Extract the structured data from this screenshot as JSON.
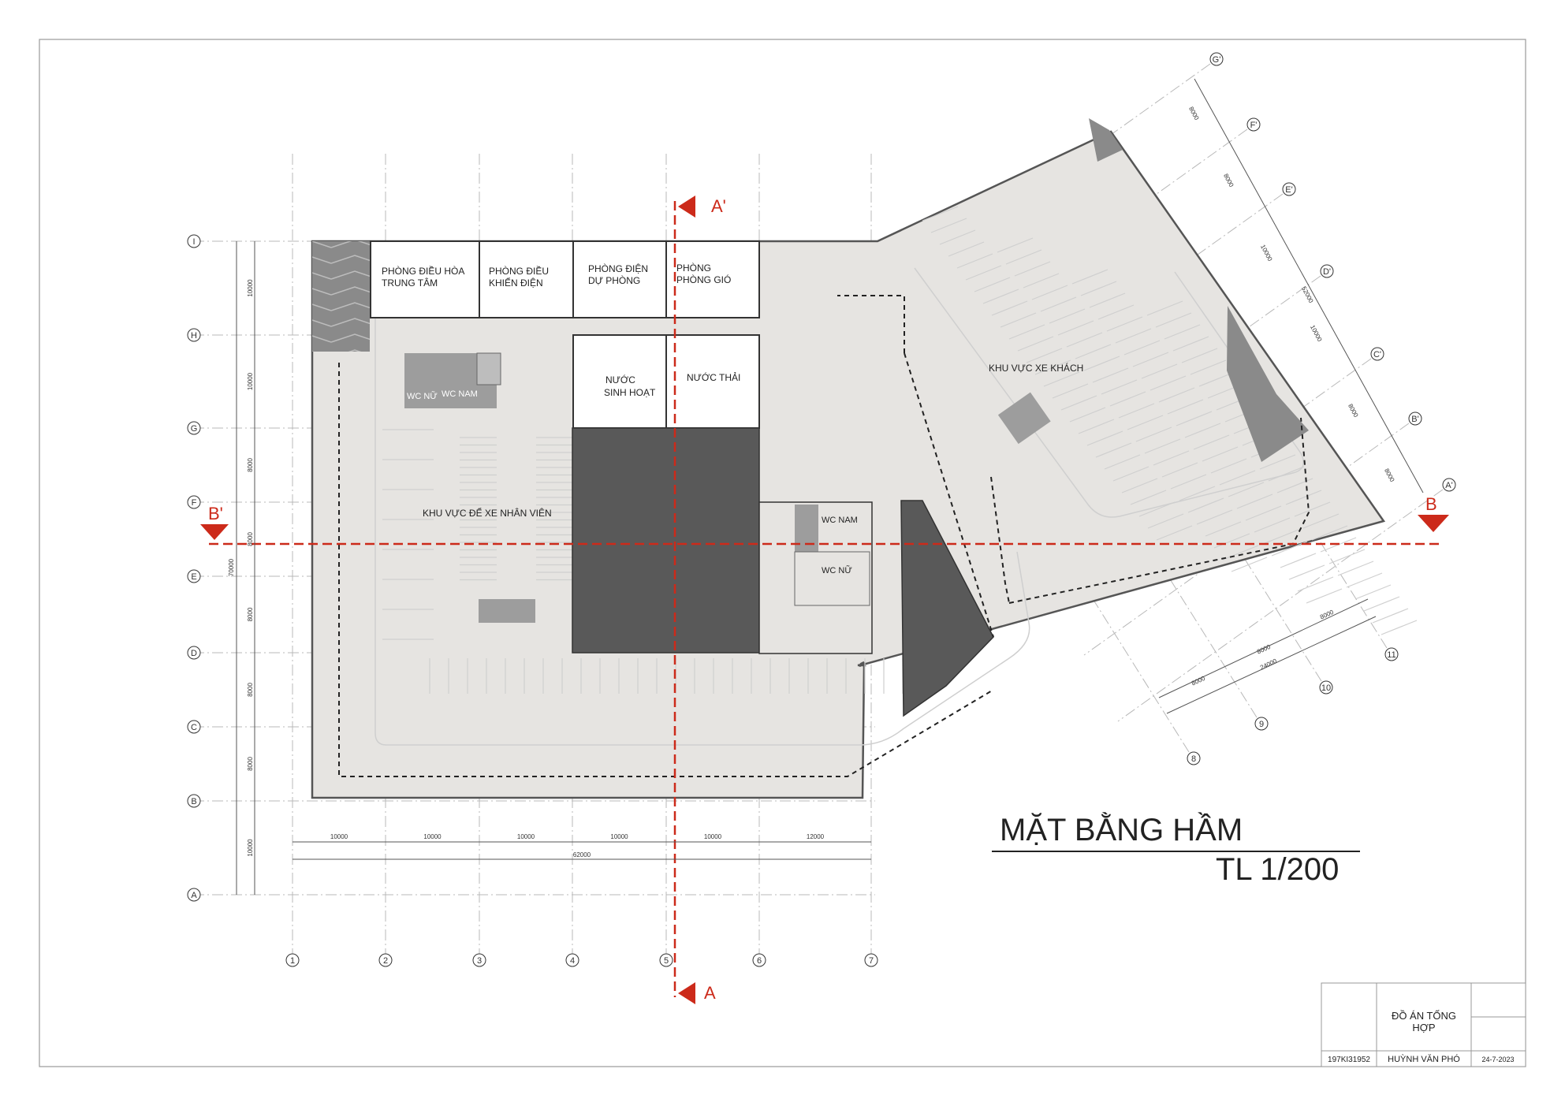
{
  "title": "MẶT BẰNG HẦM",
  "scale": "TL  1/200",
  "sections": {
    "a_top": "A'",
    "a_bottom": "A",
    "b_left": "B'",
    "b_right": "B"
  },
  "rooms": {
    "dieu_hoa_1": "PHÒNG ĐIỀU HÒA",
    "dieu_hoa_2": "TRUNG TÂM",
    "dieu_khien_1": "PHÒNG ĐIỀU",
    "dieu_khien_2": "KHIỂN ĐIỆN",
    "du_phong_1": "PHÒNG ĐIỆN",
    "du_phong_2": "DỰ PHÒNG",
    "phong_gio_1": "PHÒNG",
    "phong_gio_2": "PHÒNG GIÓ",
    "nuoc_sh_1": "NƯỚC",
    "nuoc_sh_2": "SINH HOẠT",
    "nuoc_thai": "NƯỚC THẢI",
    "wc_nu_left": "WC NỮ",
    "wc_nam_left": "WC NAM",
    "wc_nam_right": "WC NAM",
    "wc_nu_right": "WC NỮ",
    "khu_nhan_vien": "KHU VỰC ĐỂ XE NHÂN VIÊN",
    "khu_khach": "KHU VỰC XE KHÁCH"
  },
  "grid_rows": [
    "I",
    "H",
    "G",
    "F",
    "E",
    "D",
    "C",
    "B",
    "A"
  ],
  "grid_cols": [
    "1",
    "2",
    "3",
    "4",
    "5",
    "6",
    "7"
  ],
  "grid_rotated_rows": [
    "G'",
    "F'",
    "E'",
    "D'",
    "C'",
    "B'",
    "A'"
  ],
  "grid_rotated_cols": [
    "8",
    "9",
    "10",
    "11"
  ],
  "dims_left": [
    "10000",
    "10000",
    "8000",
    "8000",
    "8000",
    "8000",
    "8000",
    "10000"
  ],
  "dim_left_total": "70000",
  "dims_bottom": [
    "10000",
    "10000",
    "10000",
    "10000",
    "10000",
    "12000"
  ],
  "dim_bottom_total": "62000",
  "dims_right": [
    "8000",
    "8000",
    "10000",
    "10000",
    "8000",
    "8000"
  ],
  "dim_right_total": "52000",
  "dims_rot_bottom": [
    "8000",
    "8000",
    "8000"
  ],
  "dim_rot_bottom_total": "24000",
  "titleblock": {
    "project_1": "ĐỒ ÁN TỐNG",
    "project_2": "HỢP",
    "student_id": "197KI31952",
    "student_name": "HUỲNH VĂN PHÓ",
    "date": "24-7-2023"
  },
  "colors": {
    "section": "#cc2a1a",
    "floor": "#e6e4e1",
    "core": "#595959",
    "ramp": "#888888"
  }
}
